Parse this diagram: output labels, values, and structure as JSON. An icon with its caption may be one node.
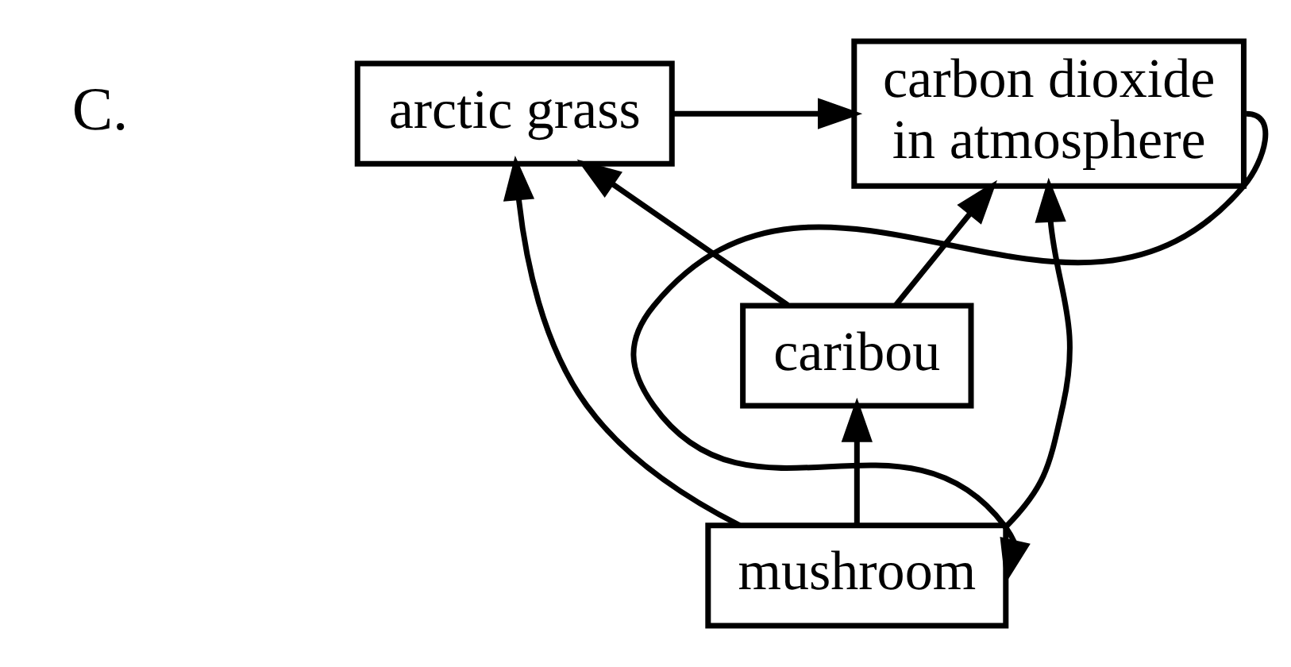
{
  "diagram": {
    "nodes": [
      {
        "text": [
          "arctic grass"
        ]
      },
      {
        "text": [
          "carbon dioxide in atmosphere"
        ]
      },
      {
        "text": [
          "caribou"
        ]
      },
      {
        "text": [
          "mushroom"
        ]
      }
    ],
    "edges": [
      {
        "from": 0,
        "to": 1,
        "arrow": "to"
      },
      {
        "from": 2,
        "to": 0,
        "arrow": "to"
      },
      {
        "from": 3,
        "to": 0,
        "arrow": "to"
      },
      {
        "from": 2,
        "to": 1,
        "arrow": "to"
      },
      {
        "from": 3,
        "to": 1,
        "arrow": "to"
      },
      {
        "from": 3,
        "to": 2,
        "arrow": "to"
      },
      {
        "from": 1,
        "to": 3,
        "arrow": "to"
      }
    ],
    "labels": [
      "C."
    ]
  }
}
